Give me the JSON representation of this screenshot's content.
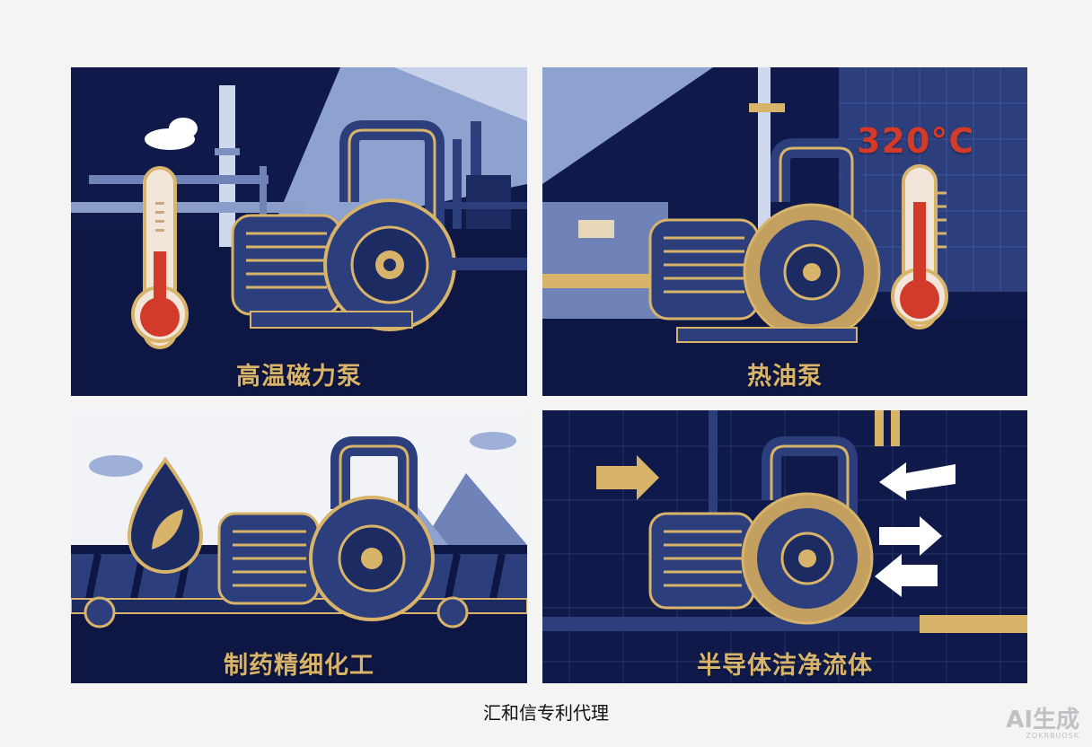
{
  "panels": [
    {
      "label": "高温磁力泵"
    },
    {
      "label": "热油泵",
      "temperature": "320°C"
    },
    {
      "label": "制药精细化工"
    },
    {
      "label": "半导体洁净流体"
    }
  ],
  "footer": "汇和信专利代理",
  "watermark": {
    "main": "AI生成",
    "sub": "ZOKRBUOSK"
  },
  "colors": {
    "navy": "#101a4a",
    "blue": "#2c3f7c",
    "gold": "#d8b46a",
    "red": "#d23a2a",
    "light": "#9fb0d8"
  }
}
